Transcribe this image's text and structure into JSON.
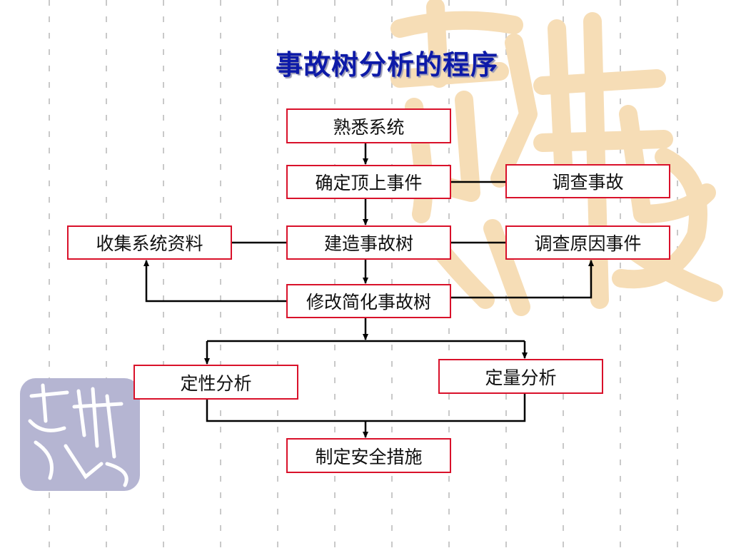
{
  "title": "事故树分析的程序",
  "nodes": {
    "familiarize_system": "熟悉系统",
    "define_top_event": "确定顶上事件",
    "investigate_accident": "调查事故",
    "collect_system_data": "收集系统资料",
    "build_fault_tree": "建造事故树",
    "investigate_cause_events": "调查原因事件",
    "revise_simplify_tree": "修改简化事故树",
    "qualitative_analysis": "定性分析",
    "quantitative_analysis": "定量分析",
    "safety_measures": "制定安全措施"
  },
  "colors": {
    "title": "#0d1aa8",
    "node_border": "#d9112a",
    "connector": "#000000",
    "watermark_large": "#f6ddb6",
    "watermark_small": "#b5b5d2"
  }
}
